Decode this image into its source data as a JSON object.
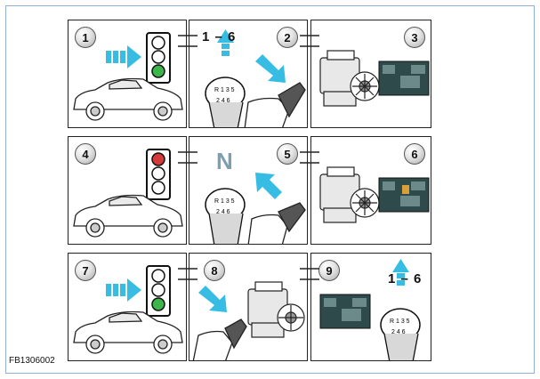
{
  "figure_code": "FB1306002",
  "steps": [
    {
      "number": "1",
      "image": "car-green-light"
    },
    {
      "number": "2",
      "label": "1 – 6",
      "image": "gear-clutch"
    },
    {
      "number": "3",
      "image": "engine-display"
    },
    {
      "number": "4",
      "image": "car-red-light"
    },
    {
      "number": "5",
      "label": "N",
      "image": "gear-neutral"
    },
    {
      "number": "6",
      "image": "engine-display"
    },
    {
      "number": "7",
      "image": "car-green-light"
    },
    {
      "number": "8",
      "image": "clutch-engine"
    },
    {
      "number": "9",
      "label": "1 – 6",
      "image": "display-gear"
    }
  ],
  "colors": {
    "arrow": "#37bde3",
    "frame": "#8fb0d8",
    "green": "#3cb54a",
    "red": "#d43a3a",
    "display": "#2e4a4a"
  }
}
